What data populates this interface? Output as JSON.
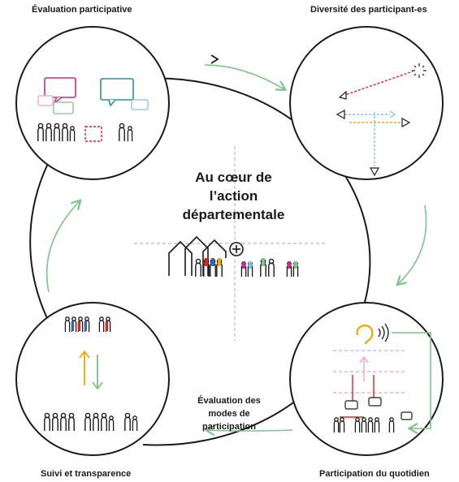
{
  "nodes": {
    "top_left": "Évaluation participative",
    "top_right": "Diversité des participant-es",
    "bottom_left": "Suivi et transparence",
    "bottom_right": "Participation du quotidien"
  },
  "center": {
    "line1": "Au cœur de",
    "line2": "l’action",
    "line3": "départementale"
  },
  "middle_label": {
    "line1": "Évaluation des",
    "line2": "modes de",
    "line3": "participation"
  },
  "colors": {
    "line": "#1a1a1a",
    "arrow_green": "#7dc38a",
    "magenta": "#c12f8a",
    "teal": "#2e8f9a",
    "red": "#e2231a",
    "blue": "#3a63b8",
    "yellow": "#f0a800",
    "pink": "#f2a2b8",
    "light_blue": "#7fc4e8",
    "dashed_grey": "#bbbbbb"
  },
  "icons": [
    "speech-bubble-icon",
    "person-icon",
    "house-icon",
    "plus-icon",
    "ear-icon",
    "sound-waves-icon",
    "target-icon",
    "direction-arrow-icon"
  ]
}
